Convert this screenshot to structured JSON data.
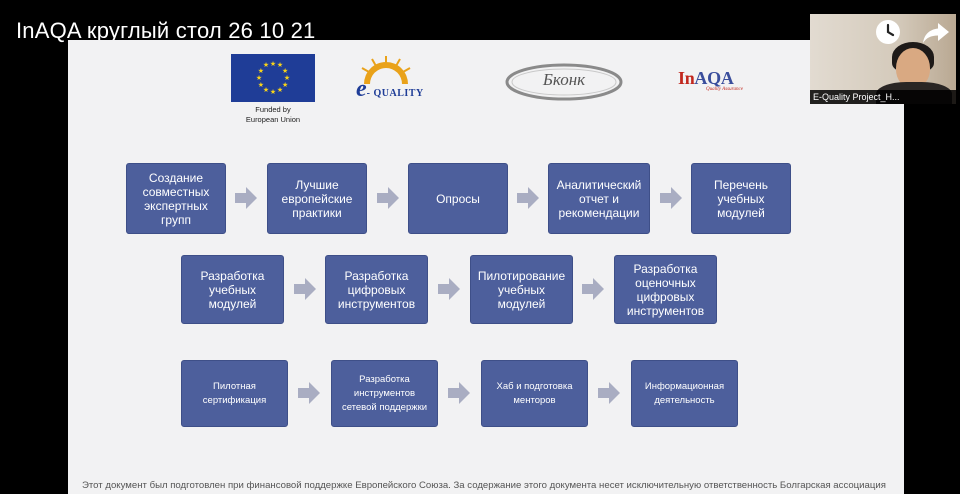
{
  "video": {
    "title": "InAQA круглый стол 26 10 21"
  },
  "logos": {
    "eu_caption_line1": "Funded by",
    "eu_caption_line2": "European Union",
    "equality_e": "e",
    "equality_rest": "- QUALITY",
    "bkonk": "Бконк",
    "inaqa_main": "InAQA",
    "inaqa_sub": "Quality Assurance"
  },
  "process": {
    "row1": [
      "Создание\nсовместных\nэкспертных\nгрупп",
      "Лучшие\nевропейские\nпрактики",
      "Опросы",
      "Аналитический\nотчет и\nрекомендации",
      "Перечень\nучебных\nмодулей"
    ],
    "row2": [
      "Разработка\nучебных\nмодулей",
      "Разработка\nцифровых\nинструментов",
      "Пилотирование\nучебных\nмодулей",
      "Разработка\nоценочных\nцифровых\nинструментов"
    ],
    "row3": [
      "Пилотная\nсертификация",
      "Разработка\nинструментов\nсетевой поддержки",
      "Хаб и подготовка\nменторов",
      "Информационная\nдеятельность"
    ]
  },
  "footer": {
    "text": "Этот документ был подготовлен при финансовой поддержке Европейского Союза. За содержание этого документа несет исключительную ответственность Болгарская ассоциация"
  },
  "webcam": {
    "label": "E-Quality Project_H..."
  },
  "controls": {
    "watch_later_icon": "clock-icon",
    "share_icon": "share-arrow-icon"
  },
  "colors": {
    "box_fill": "#4d5f9c",
    "arrow_fill": "#a9adc2",
    "slide_bg": "#f2f2f3"
  }
}
